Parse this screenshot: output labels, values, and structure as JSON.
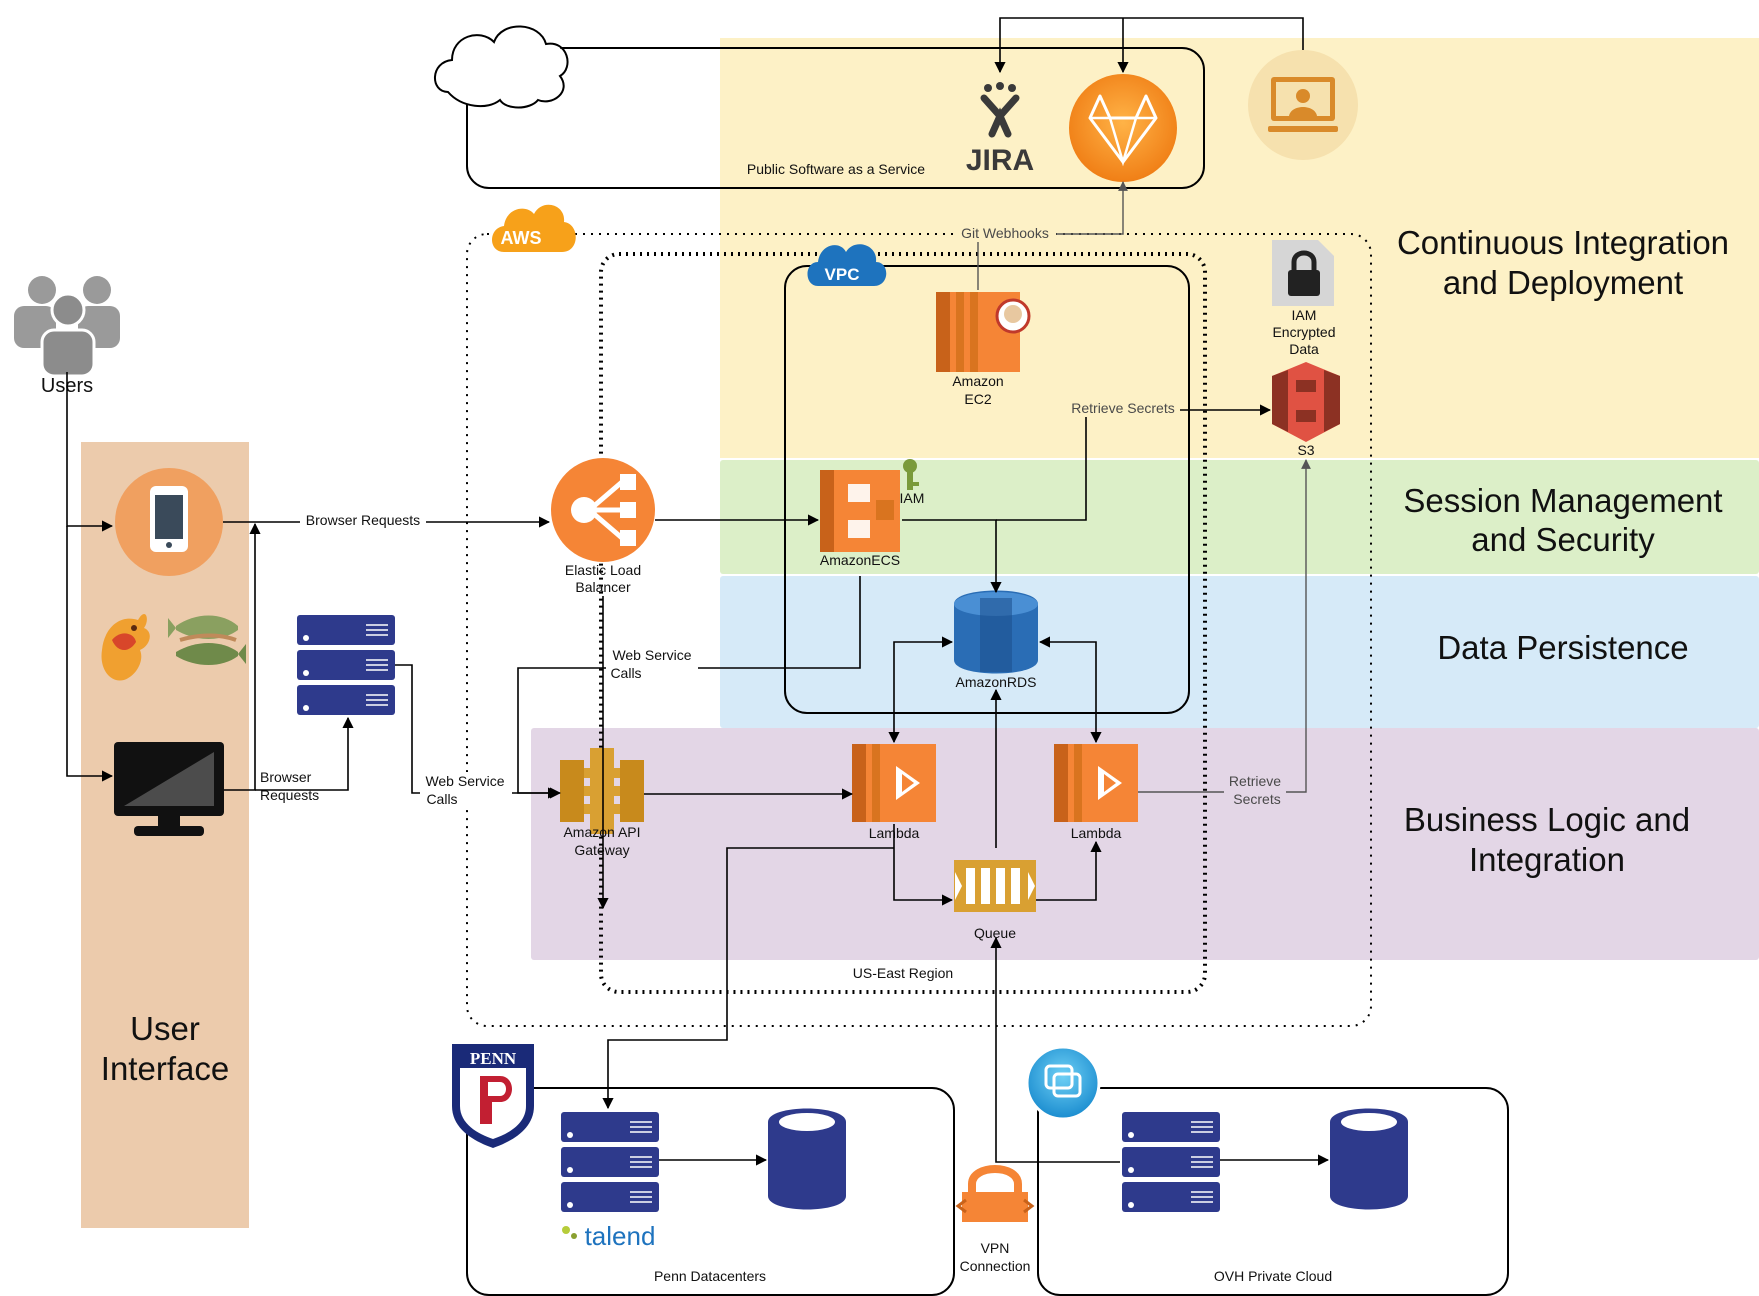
{
  "lanes": {
    "cicd": "Continuous Integration and Deployment",
    "cicd_line1": "Continuous Integration",
    "cicd_line2": "and Deployment",
    "session_line1": "Session Management",
    "session_line2": "and Security",
    "data": "Data Persistence",
    "business_line1": "Business Logic and",
    "business_line2": "Integration"
  },
  "user_interface": {
    "line1": "User",
    "line2": "Interface"
  },
  "nodes": {
    "users": "Users",
    "saas": "Public Software as a Service",
    "jira": "JIRA",
    "aws": "AWS",
    "vpc": "VPC",
    "ec2_line1": "Amazon",
    "ec2_line2": "EC2",
    "iam_data_line1": "IAM",
    "iam_data_line2": "Encrypted",
    "iam_data_line3": "Data",
    "s3": "S3",
    "elb_line1": "Elastic Load",
    "elb_line2": "Balancer",
    "ecs": "AmazonECS",
    "iam": "IAM",
    "rds": "AmazonRDS",
    "apigw_line1": "Amazon API",
    "apigw_line2": "Gateway",
    "lambda1": "Lambda",
    "lambda2": "Lambda",
    "queue": "Queue",
    "region": "US-East Region",
    "penn_logo": "PENN",
    "penn_dc": "Penn Datacenters",
    "talend": "talend",
    "vpn_line1": "VPN",
    "vpn_line2": "Connection",
    "ovh": "OVH Private Cloud"
  },
  "edges": {
    "browser_requests": "Browser Requests",
    "browser_requests2_line1": "Browser",
    "browser_requests2_line2": "Requests",
    "web_service_calls_line1": "Web Service",
    "web_service_calls_line2": "Calls",
    "git_webhooks": "Git Webhooks",
    "retrieve_secrets": "Retrieve Secrets",
    "retrieve_secrets2_line1": "Retrieve",
    "retrieve_secrets2_line2": "Secrets"
  },
  "colors": {
    "cicd_lane": "#fdf1c6",
    "session_lane": "#dcefc8",
    "data_lane": "#d6eaf8",
    "business_lane": "#e3d6e6",
    "ui_panel": "#eccbac",
    "aws_orange": "#f58536",
    "aws_gold": "#d9a032",
    "s3_red": "#e05243",
    "rds_blue": "#2a6db5",
    "navy": "#2e3a8c",
    "vpc_blue": "#1e73be"
  }
}
